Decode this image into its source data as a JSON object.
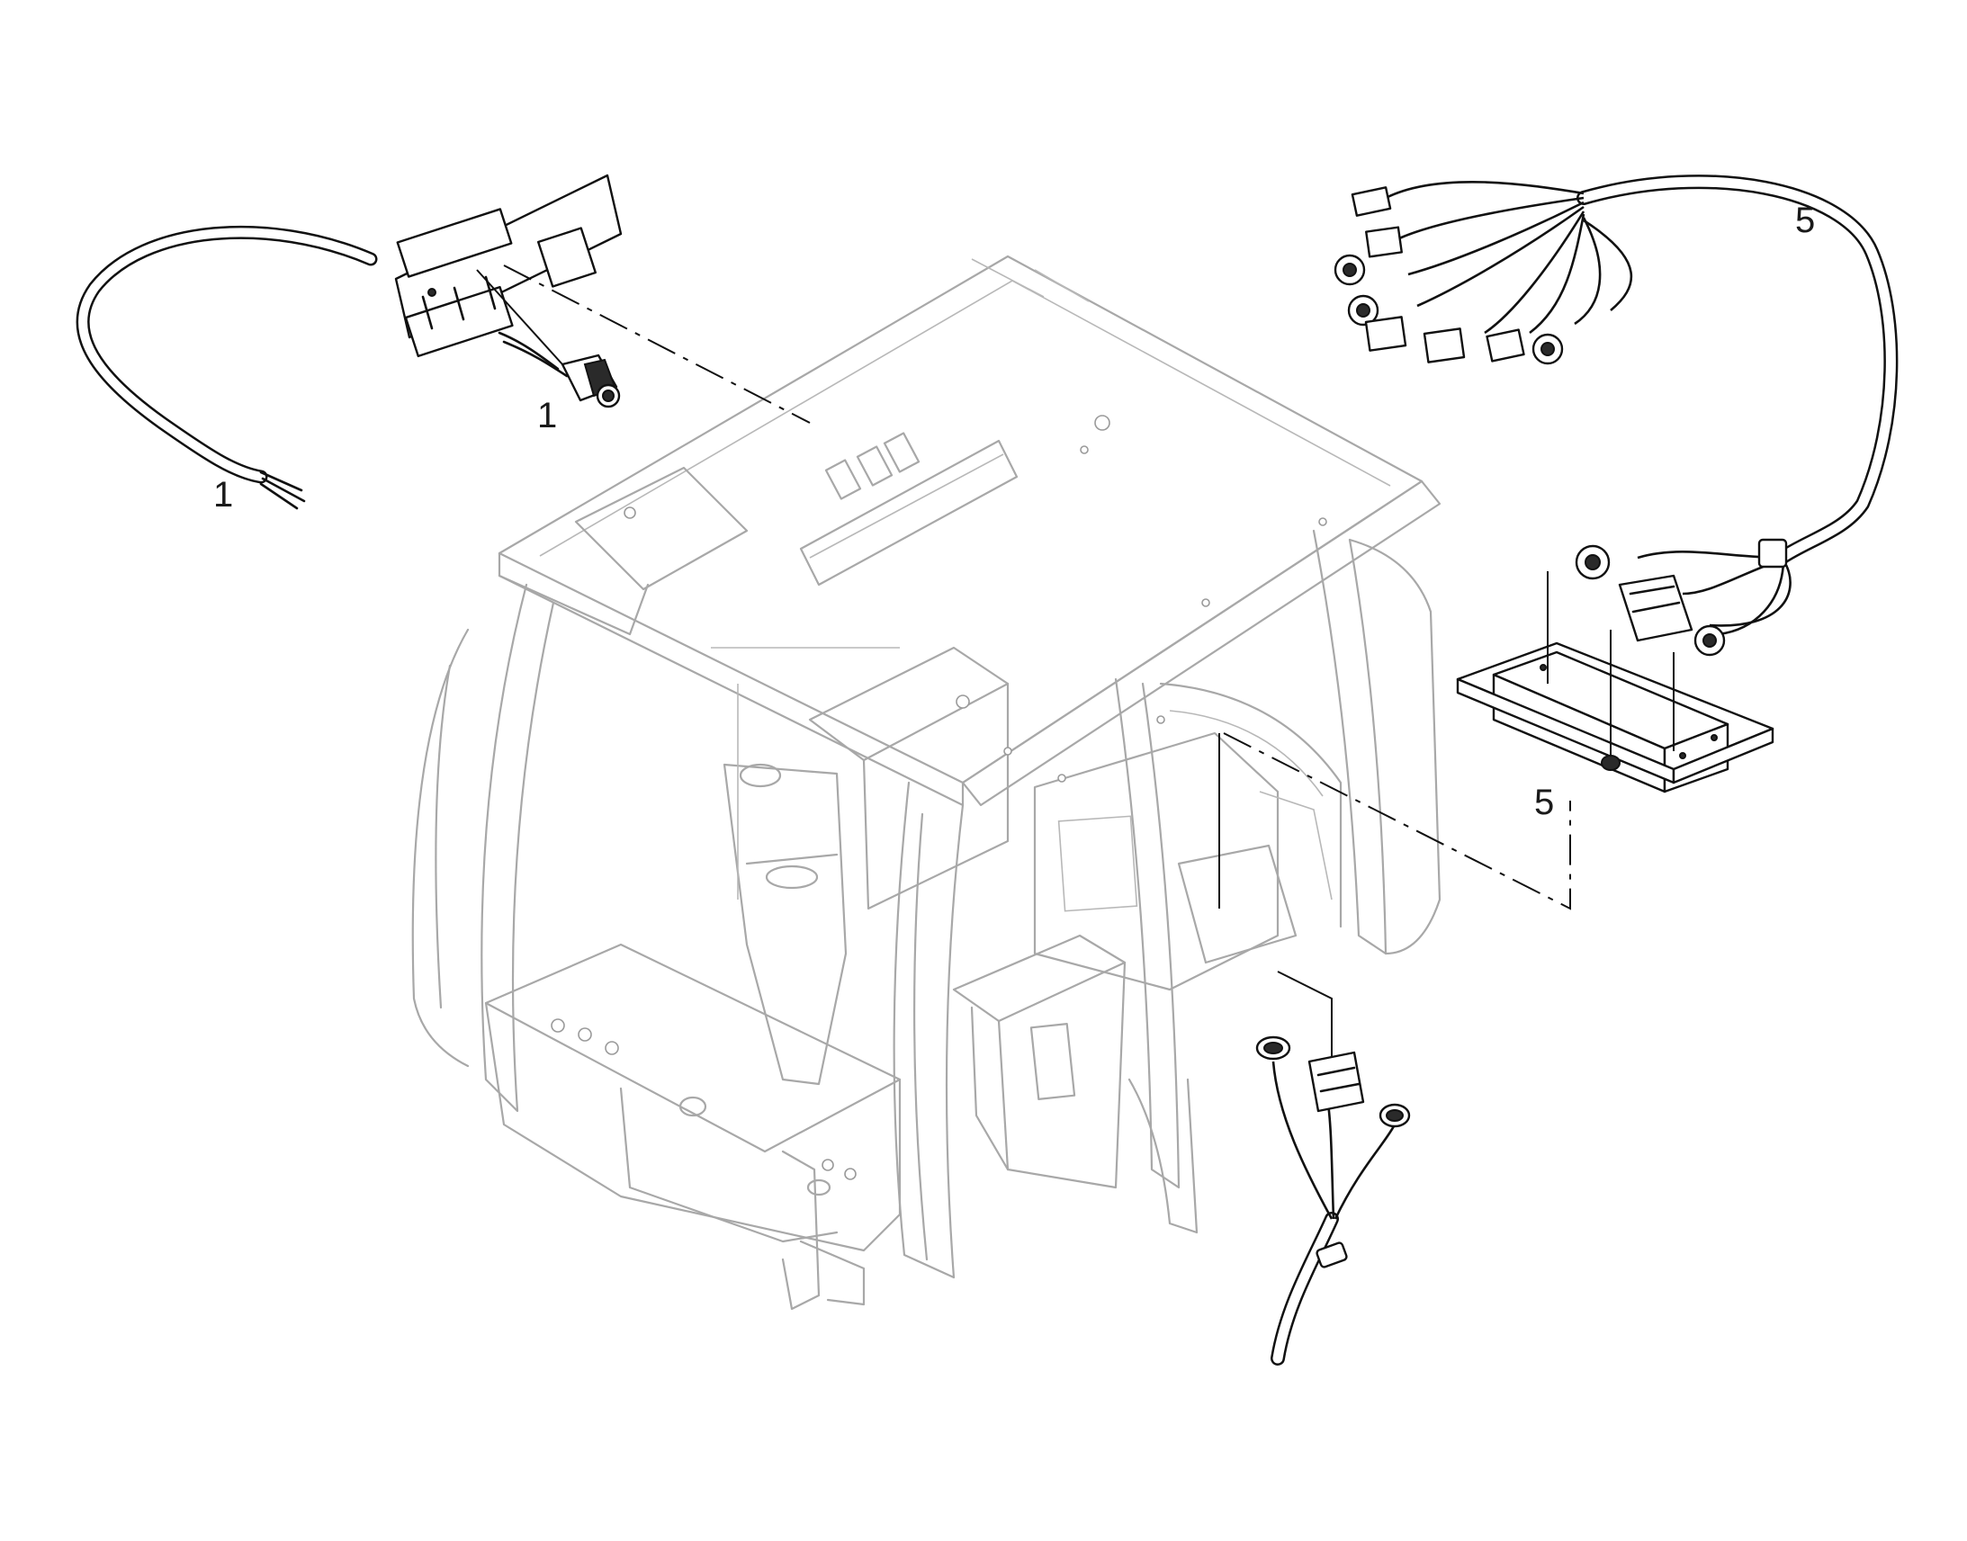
{
  "callouts": {
    "left_cable": "1",
    "switch": "1",
    "top_harness": "5",
    "socket_panel": "5"
  }
}
